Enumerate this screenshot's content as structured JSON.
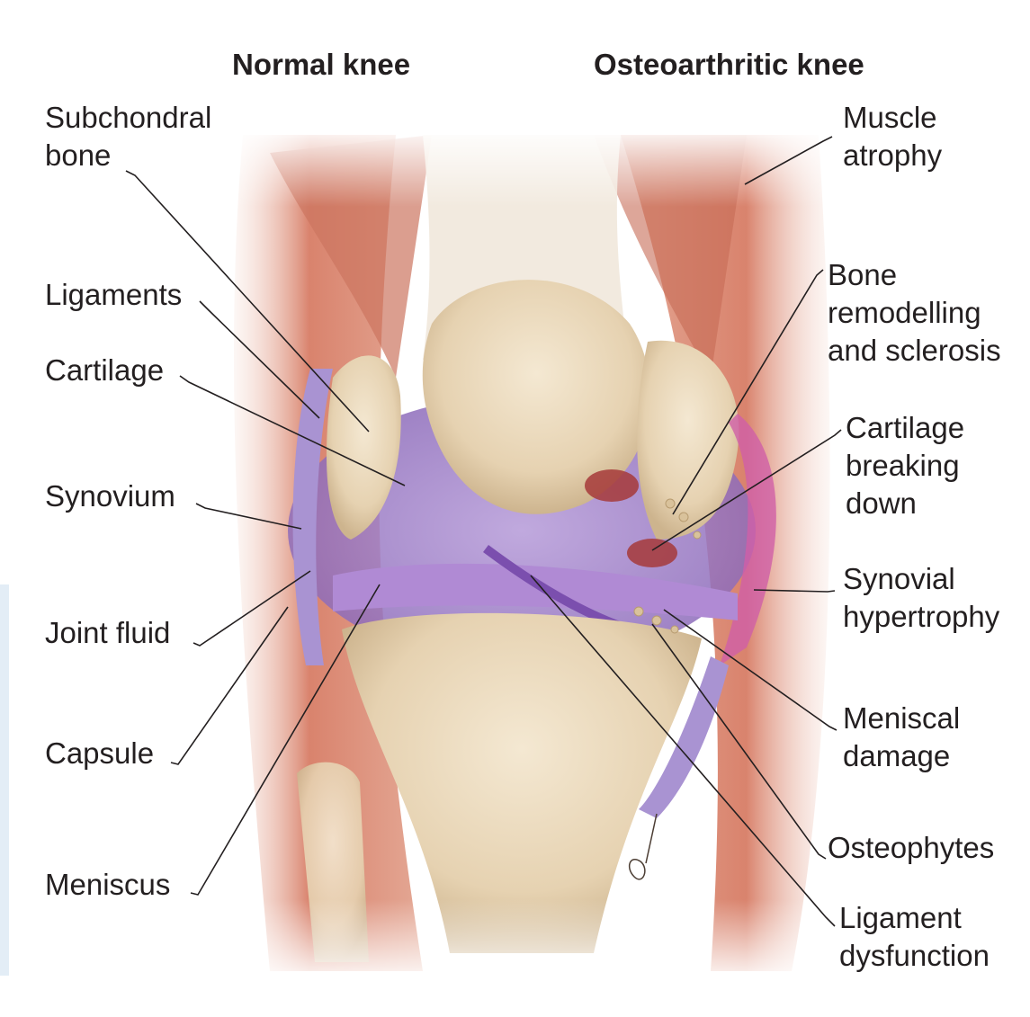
{
  "titles": {
    "left": "Normal knee",
    "right": "Osteoarthritic  knee"
  },
  "labels_left": {
    "subchondral_bone": "Subchondral\nbone",
    "ligaments": "Ligaments",
    "cartilage": "Cartilage",
    "synovium": "Synovium",
    "joint_fluid": "Joint fluid",
    "capsule": "Capsule",
    "meniscus": "Meniscus"
  },
  "labels_right": {
    "muscle_atrophy": "Muscle\natrophy",
    "bone_remodelling": "Bone\nremodelling\nand sclerosis",
    "cartilage_breaking_down": "Cartilage\nbreaking\ndown",
    "synovial_hypertrophy": "Synovial\nhypertrophy",
    "meniscal_damage": "Meniscal\ndamage",
    "osteophytes": "Osteophytes",
    "ligament_dysfunction": "Ligament\ndysfunction"
  },
  "colors": {
    "muscle": "#d98c78",
    "bone": "#ead9bd",
    "synovium": "#9b7fc2",
    "capsule": "#c8b7dc",
    "inflammation": "#a63a3a",
    "leader_line": "#231f20"
  }
}
